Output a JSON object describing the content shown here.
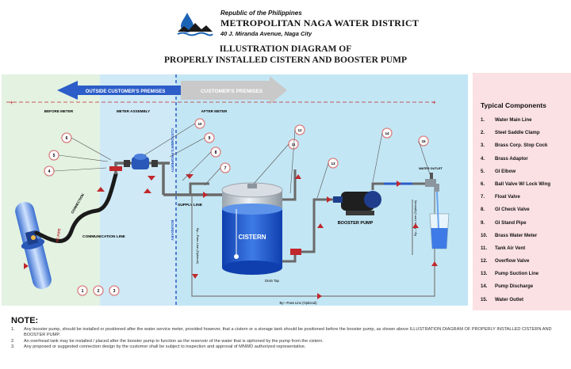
{
  "header": {
    "republic": "Republic of the Philippines",
    "district": "METROPOLITAN NAGA WATER DISTRICT",
    "address": "40 J. Miranda Avenue, Naga City",
    "title_line1": "ILLUSTRATION DIAGRAM OF",
    "title_line2": "PROPERLY INSTALLED CISTERN AND BOOSTER PUMP"
  },
  "diagram": {
    "arrow_outside": "OUTSIDE CUSTOMER'S PREMISES",
    "arrow_customer": "CUSTOMER'S PREMISES",
    "section_before": "BEFORE METER",
    "section_meter": "METER ASSEMBLY",
    "section_after": "AFTER METER",
    "customers_property": "CUSTOMER'S PROPERTY",
    "boundary": "BOUNDARY",
    "supply_line": "SUPPLY LINE",
    "communication_line": "COMMUNICATION LINE",
    "connection": "CONNECTION",
    "pe_pipe": "PE PIPE",
    "cistern": "CISTERN",
    "booster_pump": "BOOSTER PUMP",
    "drain_tap": "Drain Tap",
    "bypass_left": "By—Pass Line (Optional)",
    "bypass_right": "By—Pass Line (Optional)",
    "bypass_bottom": "By—Pass Line (Optional)",
    "water_outlet": "WATER OUTLET",
    "callouts": [
      "1",
      "2",
      "3",
      "4",
      "5",
      "6",
      "7",
      "8",
      "9",
      "10",
      "11",
      "12",
      "13",
      "14",
      "15"
    ],
    "colors": {
      "green_zone": "#e3f2e1",
      "meter_zone": "#cfe9f6",
      "after_zone": "#c3e6f4",
      "arrow_blue": "#2c5dc8",
      "arrow_grey": "#c9c9c9",
      "pipe": "#6a6a6a",
      "callout_ring": "#d98080",
      "flow_arrow": "#c0282d"
    }
  },
  "components": {
    "title": "Typical Components",
    "items": [
      {
        "num": "1.",
        "label": "Water Main Line"
      },
      {
        "num": "2.",
        "label": "Steel Saddle Clamp"
      },
      {
        "num": "3.",
        "label": "Brass Corp. Stop Cock"
      },
      {
        "num": "4.",
        "label": "Brass Adaptor"
      },
      {
        "num": "5.",
        "label": "GI Elbow"
      },
      {
        "num": "6.",
        "label": "Ball Valve W/ Lock Wing"
      },
      {
        "num": "7.",
        "label": "Float Valve"
      },
      {
        "num": "8.",
        "label": "GI Check Valve"
      },
      {
        "num": "9.",
        "label": "GI Stand Pipe"
      },
      {
        "num": "10.",
        "label": "Brass Water Meter"
      },
      {
        "num": "11.",
        "label": "Tank Air Vent"
      },
      {
        "num": "12.",
        "label": "Overflow Valve"
      },
      {
        "num": "13.",
        "label": "Pump Suction Line"
      },
      {
        "num": "14.",
        "label": "Pump Discharge"
      },
      {
        "num": "15.",
        "label": "Water Outlet"
      }
    ]
  },
  "notes": {
    "title": "NOTE:",
    "items": [
      {
        "num": "1.",
        "text": "Any booster pump, should be installed or positioned after the water service meter, provided however, that a cistern or a storage tank should be positioned before the booster pump, as shown above ILLUSTRATION DIAGRAM OF PROPERLY INSTALLED CISTERN AND BOOSTER PUMP."
      },
      {
        "num": "2.",
        "text": "An overhead tank may be installed / placed after the booster pump to function as the reservoir of the water that is siphoned by the pump from the cistern."
      },
      {
        "num": "3.",
        "text": "Any proposed or suggested connection design by the customer shall be subject to inspection and approval of MNWD authorized representative."
      }
    ]
  }
}
